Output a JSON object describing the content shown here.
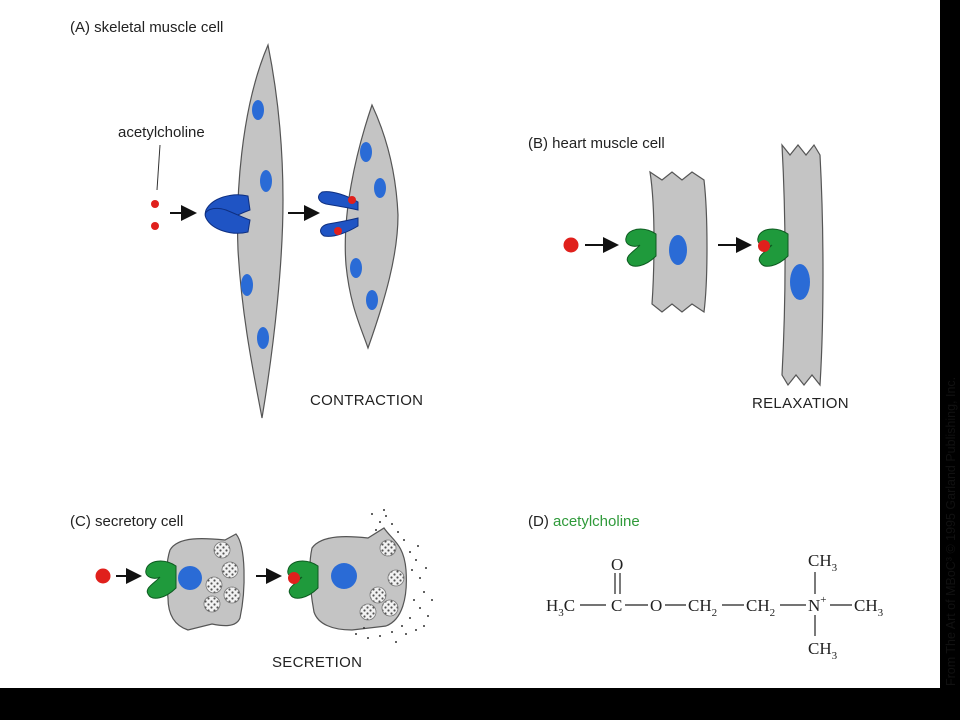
{
  "colors": {
    "background": "#000000",
    "figure": "#ffffff",
    "cell": "#c4c4c4",
    "nucleus": "#2a6bd6",
    "receptor_skeletal": "#1f54c4",
    "receptor_other": "#1f9a3c",
    "ligand": "#e0201c",
    "highlight": "#2f9a3a"
  },
  "panels": {
    "a": {
      "label": "(A) skeletal muscle cell",
      "ligand_label": "acetylcholine",
      "outcome": "CONTRACTION"
    },
    "b": {
      "label": "(B) heart muscle cell",
      "outcome": "RELAXATION"
    },
    "c": {
      "label": "(C) secretory cell",
      "outcome": "SECRETION"
    },
    "d": {
      "label_prefix": "(D) ",
      "label_name": "acetylcholine",
      "formula": {
        "oxygen": "O",
        "h3c": "H",
        "h3c_sub": "3",
        "h3c_c": "C",
        "carbonyl_c": "C",
        "ester_o": "O",
        "ch2_a": "CH",
        "ch2_a_sub": "2",
        "ch2_b": "CH",
        "ch2_b_sub": "2",
        "nitrogen": "N",
        "charge": "+",
        "ch3": "CH",
        "ch3_sub": "3"
      }
    }
  },
  "credit": "From The Art of MBoC³ © 1995 Garland Publishing, Inc."
}
